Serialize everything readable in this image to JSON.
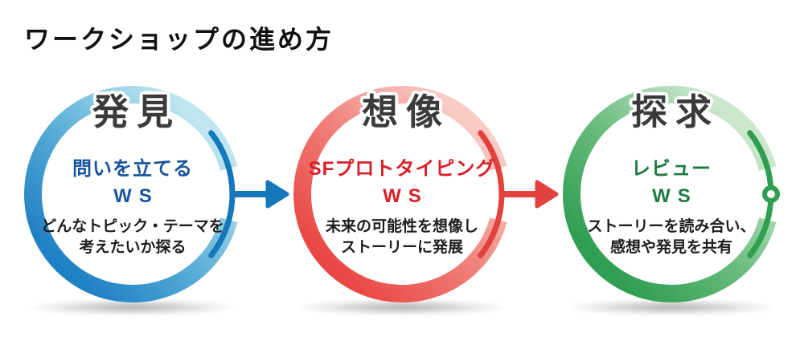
{
  "page": {
    "title": "ワークショップの進め方",
    "background": "#ffffff",
    "heading_color": "#3b3b3b",
    "description_color": "#1d1d1d"
  },
  "circles": [
    {
      "header": "発見",
      "ws_line1": "問いを立てる",
      "ws_line2": "WS",
      "desc_line1": "どんなトピック・テーマを",
      "desc_line2": "考えたいか探る",
      "ring_dark": "#1f80c4",
      "ring_mid": "#5fb2d9",
      "ring_light": "#bfe6f0",
      "accent": "#1578ba",
      "ws_text_color": "#17549c"
    },
    {
      "header": "想像",
      "ws_line1": "SFプロトタイピング",
      "ws_line2": "WS",
      "desc_line1": "未来の可能性を想像し",
      "desc_line2": "ストーリーに発展",
      "ring_dark": "#e94845",
      "ring_mid": "#f0807a",
      "ring_light": "#f9cbc5",
      "accent": "#e2423d",
      "ws_text_color": "#d71f27"
    },
    {
      "header": "探求",
      "ws_line1": "レビュー",
      "ws_line2": "WS",
      "desc_line1": "ストーリーを読み合い、",
      "desc_line2": "感想や発見を共有",
      "ring_dark": "#2f9e50",
      "ring_mid": "#6cbd80",
      "ring_light": "#cbe8cd",
      "accent": "#2f9e50",
      "ws_text_color": "#1e7a41"
    }
  ],
  "arrows": [
    {
      "color": "#1578ba"
    },
    {
      "color": "#e2423d"
    }
  ]
}
